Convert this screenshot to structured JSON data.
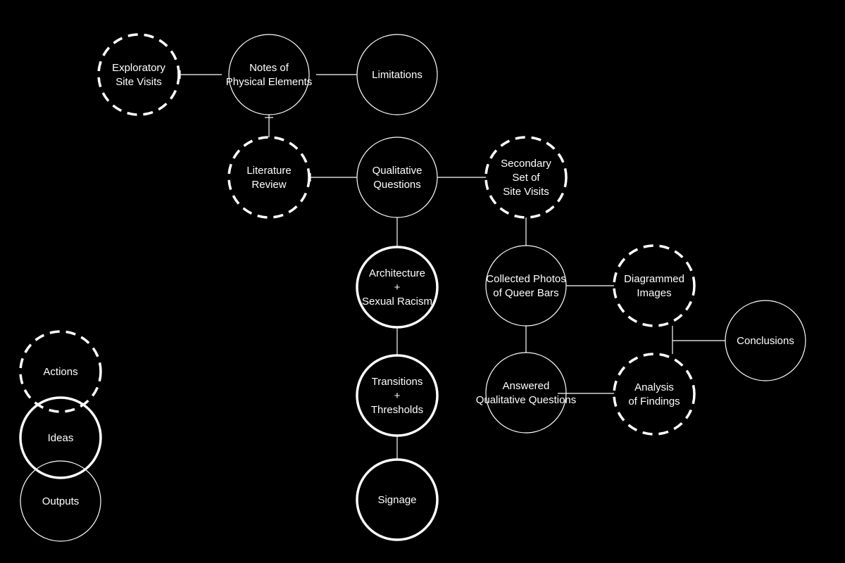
{
  "styles": {
    "background": "#000000",
    "foreground": "#ffffff"
  },
  "nodes": [
    {
      "id": "exploratory-site-visits",
      "kind": "action",
      "lines": [
        "Exploratory",
        "Site Visits"
      ]
    },
    {
      "id": "notes-physical-elements",
      "kind": "output",
      "lines": [
        "Notes of",
        "Physical Elements"
      ]
    },
    {
      "id": "limitations",
      "kind": "output",
      "lines": [
        "Limitations"
      ]
    },
    {
      "id": "literature-review",
      "kind": "action",
      "lines": [
        "Literature",
        "Review"
      ]
    },
    {
      "id": "qualitative-questions",
      "kind": "output",
      "lines": [
        "Qualitative",
        "Questions"
      ]
    },
    {
      "id": "secondary-site-visits",
      "kind": "action",
      "lines": [
        "Secondary",
        "Set of",
        "Site Visits"
      ]
    },
    {
      "id": "architecture-sexual-racism",
      "kind": "idea",
      "lines": [
        "Architecture",
        "+",
        "Sexual Racism"
      ]
    },
    {
      "id": "collected-photos",
      "kind": "output",
      "lines": [
        "Collected Photos",
        "of Queer Bars"
      ]
    },
    {
      "id": "diagrammed-images",
      "kind": "action",
      "lines": [
        "Diagrammed",
        "Images"
      ]
    },
    {
      "id": "conclusions",
      "kind": "output",
      "lines": [
        "Conclusions"
      ]
    },
    {
      "id": "transitions-thresholds",
      "kind": "idea",
      "lines": [
        "Transitions",
        "+",
        "Thresholds"
      ]
    },
    {
      "id": "answered-questions",
      "kind": "output",
      "lines": [
        "Answered",
        "Qualitative Questions"
      ]
    },
    {
      "id": "analysis-findings",
      "kind": "action",
      "lines": [
        "Analysis",
        "of Findings"
      ]
    },
    {
      "id": "signage",
      "kind": "idea",
      "lines": [
        "Signage"
      ]
    }
  ],
  "legend": [
    {
      "id": "legend-actions",
      "kind": "action",
      "lines": [
        "Actions"
      ]
    },
    {
      "id": "legend-ideas",
      "kind": "idea",
      "lines": [
        "Ideas"
      ]
    },
    {
      "id": "legend-outputs",
      "kind": "output",
      "lines": [
        "Outputs"
      ]
    }
  ],
  "edges": [
    {
      "from": "exploratory-site-visits",
      "to": "notes-physical-elements"
    },
    {
      "from": "notes-physical-elements",
      "to": "limitations"
    },
    {
      "from": "notes-physical-elements",
      "to": "literature-review"
    },
    {
      "from": "literature-review",
      "to": "qualitative-questions"
    },
    {
      "from": "qualitative-questions",
      "to": "secondary-site-visits"
    },
    {
      "from": "qualitative-questions",
      "to": "architecture-sexual-racism"
    },
    {
      "from": "architecture-sexual-racism",
      "to": "transitions-thresholds"
    },
    {
      "from": "transitions-thresholds",
      "to": "signage"
    },
    {
      "from": "secondary-site-visits",
      "to": "collected-photos"
    },
    {
      "from": "collected-photos",
      "to": "diagrammed-images"
    },
    {
      "from": "collected-photos",
      "to": "answered-questions"
    },
    {
      "from": "answered-questions",
      "to": "analysis-findings"
    },
    {
      "from": "diagrammed-images",
      "to": "conclusions"
    },
    {
      "from": "analysis-findings",
      "to": "conclusions"
    }
  ]
}
